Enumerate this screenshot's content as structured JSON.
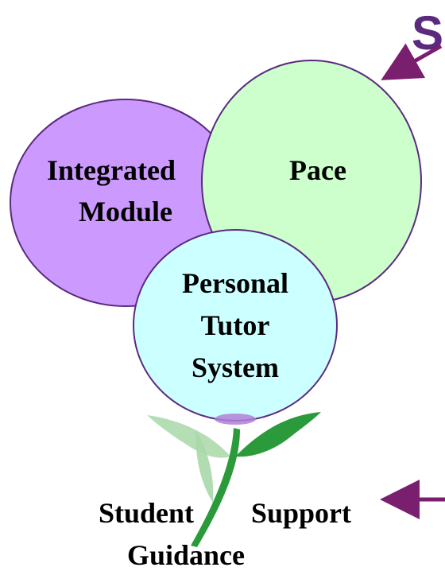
{
  "top_right_fragment": "S",
  "circles": {
    "integrated_module": {
      "line1": "Integrated",
      "line2": "Module",
      "fill": "#cc99ff"
    },
    "pace": {
      "label": "Pace",
      "fill": "#ccffcc"
    },
    "personal_tutor": {
      "line1": "Personal",
      "line2": "Tutor",
      "line3": "System",
      "fill": "#ccffff"
    }
  },
  "bottom_labels": {
    "student": "Student",
    "support": "Support",
    "guidance": "Guidance"
  },
  "colors": {
    "outline": "#5b2a7e",
    "arrow": "#7a1f6e",
    "leaf_dark": "#2a9a3a",
    "leaf_light": "#a8d8a8"
  }
}
